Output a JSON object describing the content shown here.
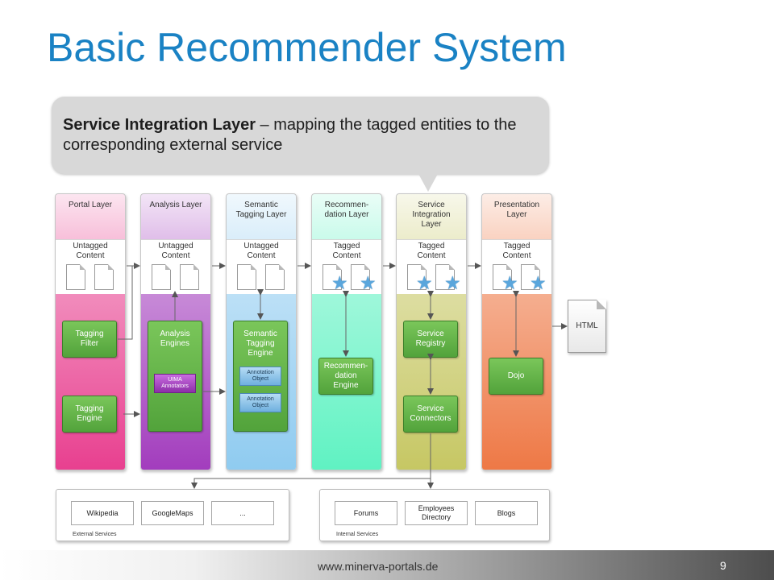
{
  "slide": {
    "title": "Basic Recommender System",
    "callout_bold": "Service Integration Layer",
    "callout_rest": " – mapping the tagged entities to the corresponding external service"
  },
  "layers": [
    {
      "name": "Portal Layer",
      "content": "Untagged\nContent",
      "color": "#e83f8f"
    },
    {
      "name": "Analysis Layer",
      "content": "Untagged\nContent",
      "color": "#a23cbd"
    },
    {
      "name": "Semantic\nTagging Layer",
      "content": "Untagged\nContent",
      "color": "#8fcbf0"
    },
    {
      "name": "Recommen-\ndation Layer",
      "content": "Tagged\nContent",
      "color": "#5ff2c2"
    },
    {
      "name": "Service\nIntegration\nLayer",
      "content": "Tagged\nContent",
      "color": "#c6c763"
    },
    {
      "name": "Presentation\nLayer",
      "content": "Tagged\nContent",
      "color": "#ee7845"
    }
  ],
  "components": {
    "tagging_filter": "Tagging\nFilter",
    "tagging_engine": "Tagging\nEngine",
    "analysis_engines": "Analysis\nEngines",
    "uima_annotators": "UIMA\nAnnotators",
    "semantic_tagging_engine": "Semantic\nTagging\nEngine",
    "annotation_object_1": "Annotation\nObject",
    "annotation_object_2": "Annotation\nObject",
    "recommendation_engine": "Recommen-\ndation\nEngine",
    "service_registry": "Service\nRegistry",
    "service_connectors": "Service\nConnectors",
    "dojo": "Dojo"
  },
  "output_doc": "HTML",
  "external_services": {
    "label": "External Services",
    "items": [
      "Wikipedia",
      "GoogleMaps",
      "..."
    ]
  },
  "internal_services": {
    "label": "Internal Services",
    "items": [
      "Forums",
      "Employees\nDirectory",
      "Blogs"
    ]
  },
  "footer": {
    "url": "www.minerva-portals.de",
    "page": "9"
  }
}
